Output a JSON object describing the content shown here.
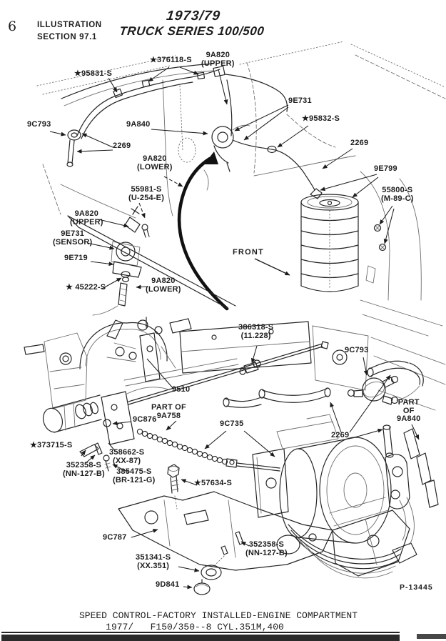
{
  "page": {
    "page_number": "6",
    "header_left_line1": "ILLUSTRATION",
    "header_left_line2": "SECTION 97.1",
    "title_line1": "1973/79",
    "title_line2": "TRUCK SERIES 100/500",
    "figure_number": "P-13445",
    "caption_line1": "SPEED CONTROL-FACTORY INSTALLED-ENGINE COMPARTMENT",
    "caption_line2": "1977/   F150/350--8 CYL.351M,400"
  },
  "upper_diagram": {
    "labels": {
      "clip_95831": "★95831-S",
      "clip_376118": "★376118-S",
      "hose_9a820_upper_top": "9A820\n(UPPER)",
      "valve_9e731": "9E731",
      "clip_95832": "★95832-S",
      "hose_2269_right": "2269",
      "tee_9c793": "9C793",
      "harness_9a840": "9A840",
      "hose_2269_left": "2269",
      "hose_9a820_lower_mid": "9A820\n(LOWER)",
      "bolt_55981": "55981-S\n(U-254-E)",
      "hose_9a820_upper_left": "9A820\n(UPPER)",
      "sensor_9e731": "9E731\n(SENSOR)",
      "bracket_9e719": "9E719",
      "nut_45222": "★ 45222-S",
      "hose_9a820_lower_bot": "9A820\n(LOWER)",
      "elbow_9e799": "9E799",
      "screw_55800": "55800-S\n(M-89-C)",
      "front": "FRONT"
    }
  },
  "lower_diagram": {
    "labels": {
      "nut_386318": "386318-S\n(11.228)",
      "valve_9c793": "9C793",
      "bracket_9510": "9510",
      "part_of_9a758": "PART OF\n9A758",
      "swivel_9c876": "9C876",
      "part_of_9a840": "PART\nOF\n9A840",
      "cable_9c735": "9C735",
      "hose_2269": "2269",
      "clip_373715": "★373715-S",
      "screw_352358_left": "352358-S\n(NN-127-B)",
      "bracket_358662": "358662-S\n(XX-87)",
      "bolt_385475": "385475-S\n(BR-121-G)",
      "bolt_57634": "★57634-S",
      "bracket_9c787": "9C787",
      "grommet_351341": "351341-S\n(XX.351)",
      "plug_9d841": "9D841",
      "screw_352358_right": "352358-S\n(NN-127-B)"
    }
  }
}
